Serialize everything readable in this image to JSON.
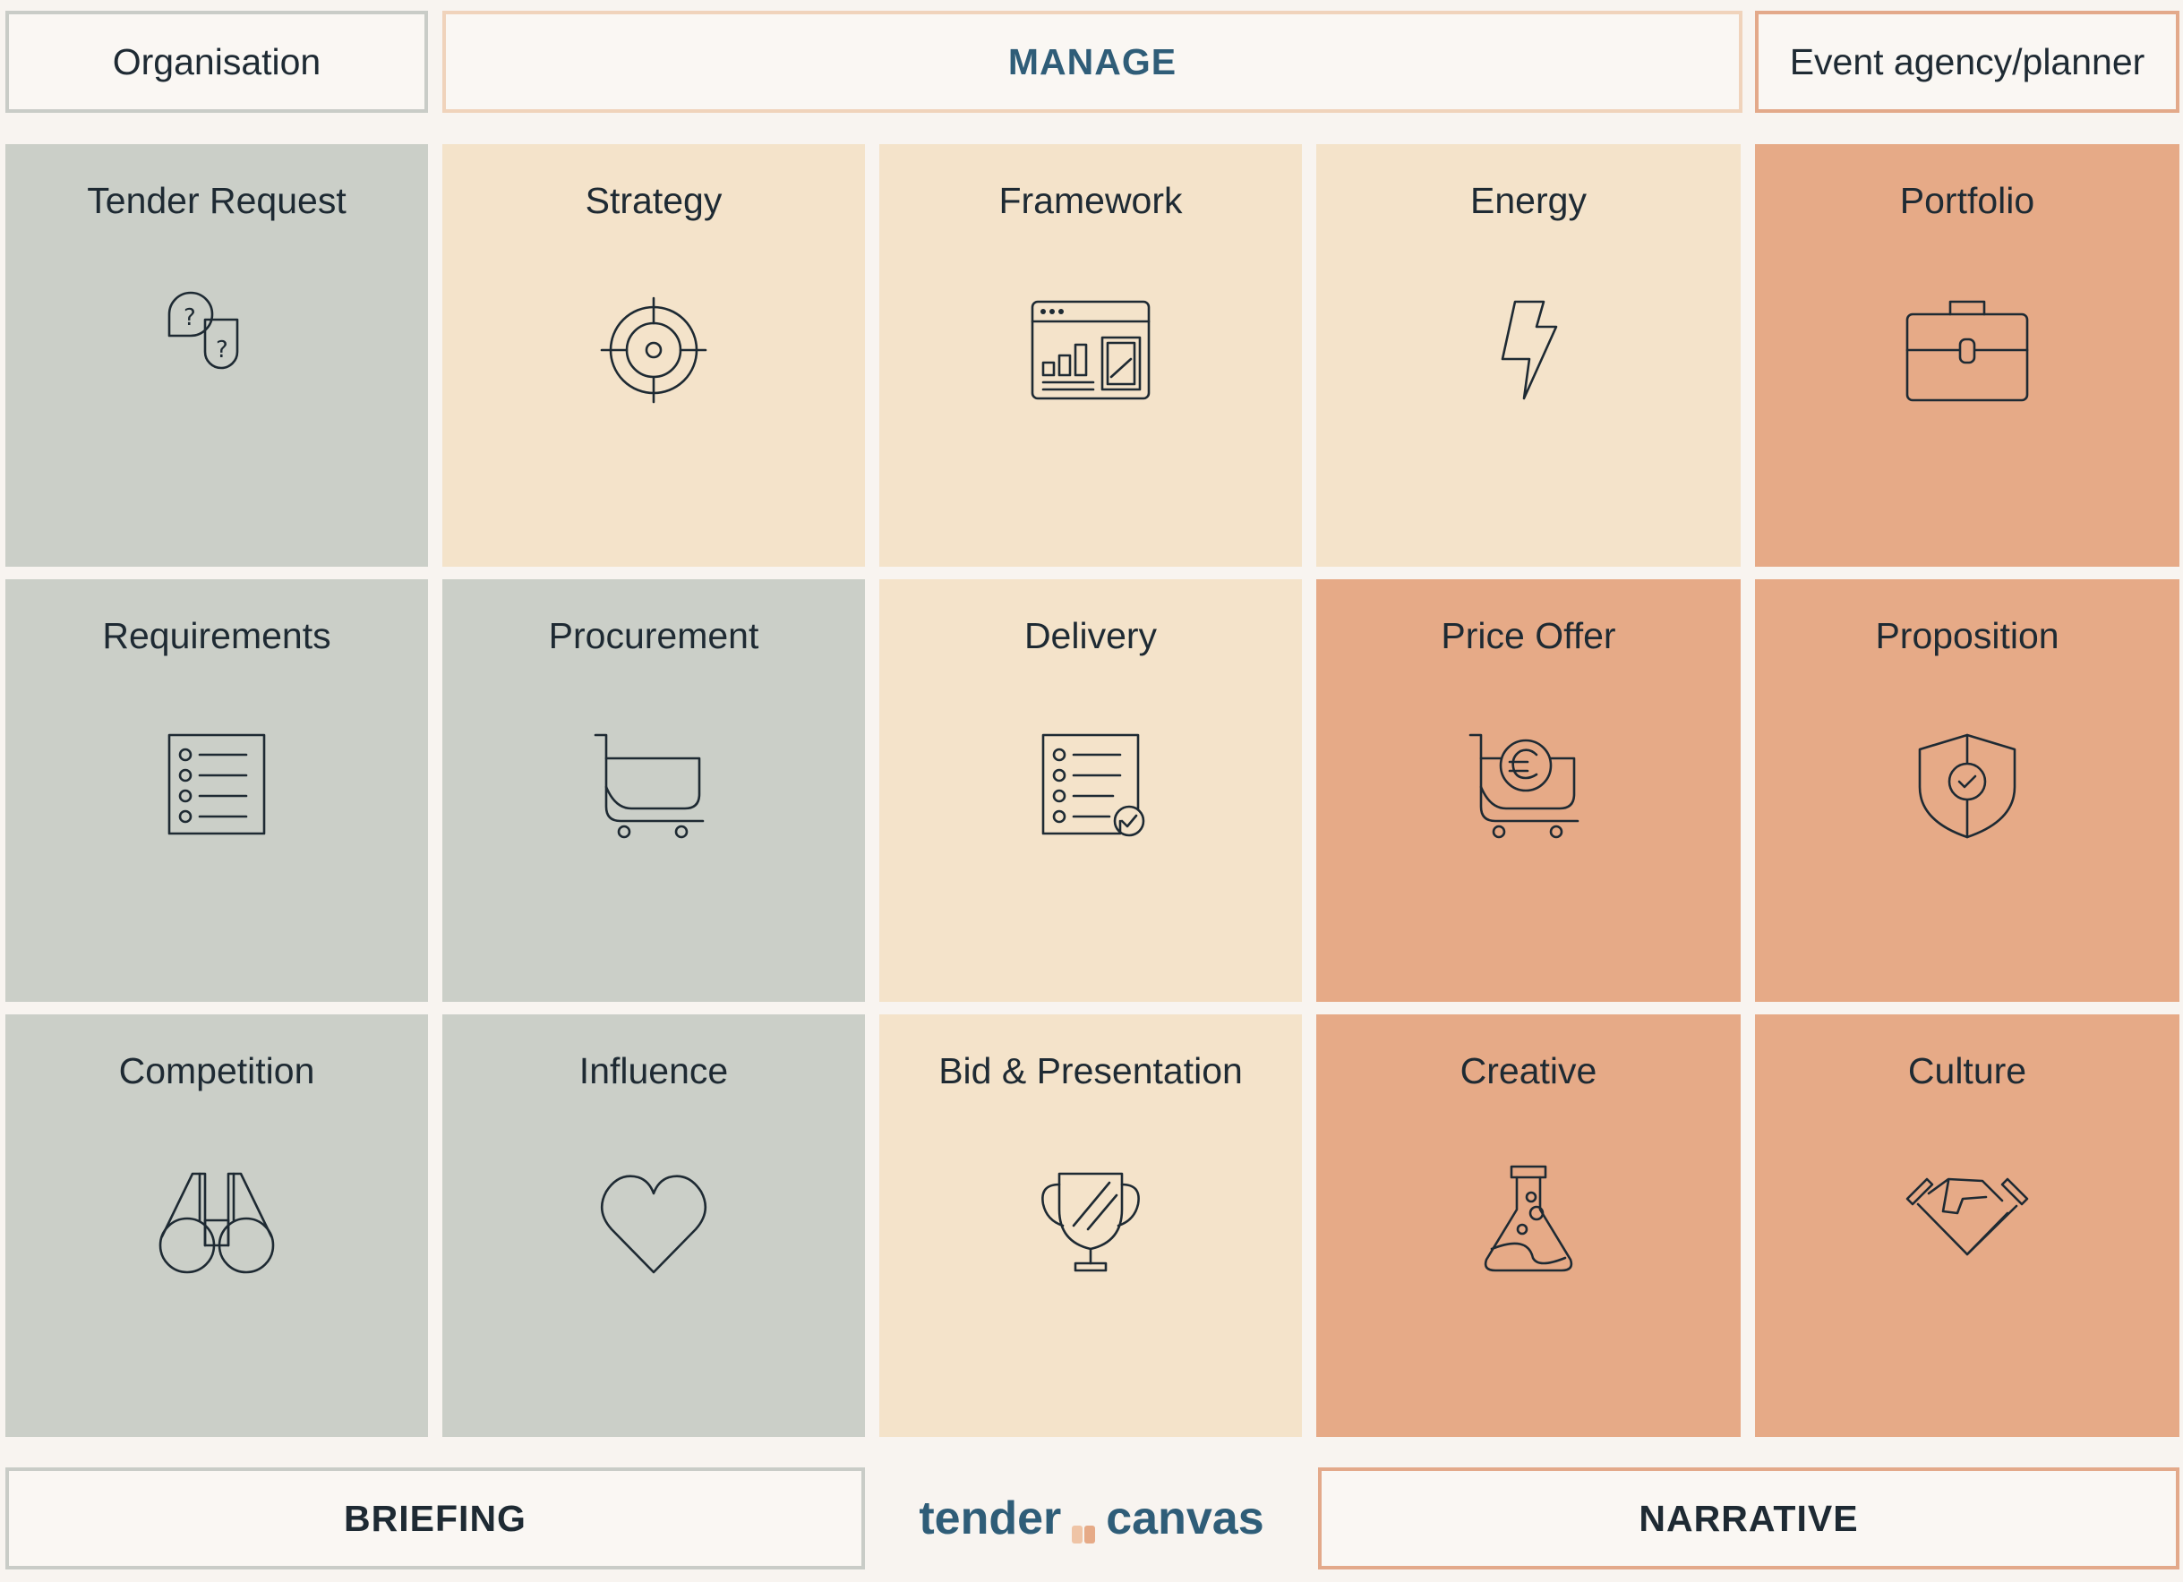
{
  "header": {
    "left": "Organisation",
    "center": "MANAGE",
    "right": "Event agency/planner"
  },
  "grid": {
    "row1": [
      {
        "label": "Tender Request",
        "icon": "question-bubbles-icon"
      },
      {
        "label": "Strategy",
        "icon": "target-icon"
      },
      {
        "label": "Framework",
        "icon": "dashboard-icon"
      },
      {
        "label": "Energy",
        "icon": "lightning-icon"
      },
      {
        "label": "Portfolio",
        "icon": "briefcase-icon"
      }
    ],
    "row2": [
      {
        "label": "Requirements",
        "icon": "checklist-icon"
      },
      {
        "label": "Procurement",
        "icon": "cart-icon"
      },
      {
        "label": "Delivery",
        "icon": "checklist-check-icon"
      },
      {
        "label": "Price Offer",
        "icon": "euro-cart-icon"
      },
      {
        "label": "Proposition",
        "icon": "shield-check-icon"
      }
    ],
    "row3": [
      {
        "label": "Competition",
        "icon": "binoculars-icon"
      },
      {
        "label": "Influence",
        "icon": "heart-icon"
      },
      {
        "label": "Bid & Presentation",
        "icon": "trophy-icon"
      },
      {
        "label": "Creative",
        "icon": "flask-icon"
      },
      {
        "label": "Culture",
        "icon": "handshake-icon"
      }
    ]
  },
  "footer": {
    "left": "BRIEFING",
    "logo_left": "tender",
    "logo_right": "canvas",
    "right": "NARRATIVE"
  },
  "colors": {
    "gray": "#cbcfc8",
    "beige": "#f4e3ca",
    "orange": "#e6aa87",
    "accent": "#2f5d78"
  }
}
